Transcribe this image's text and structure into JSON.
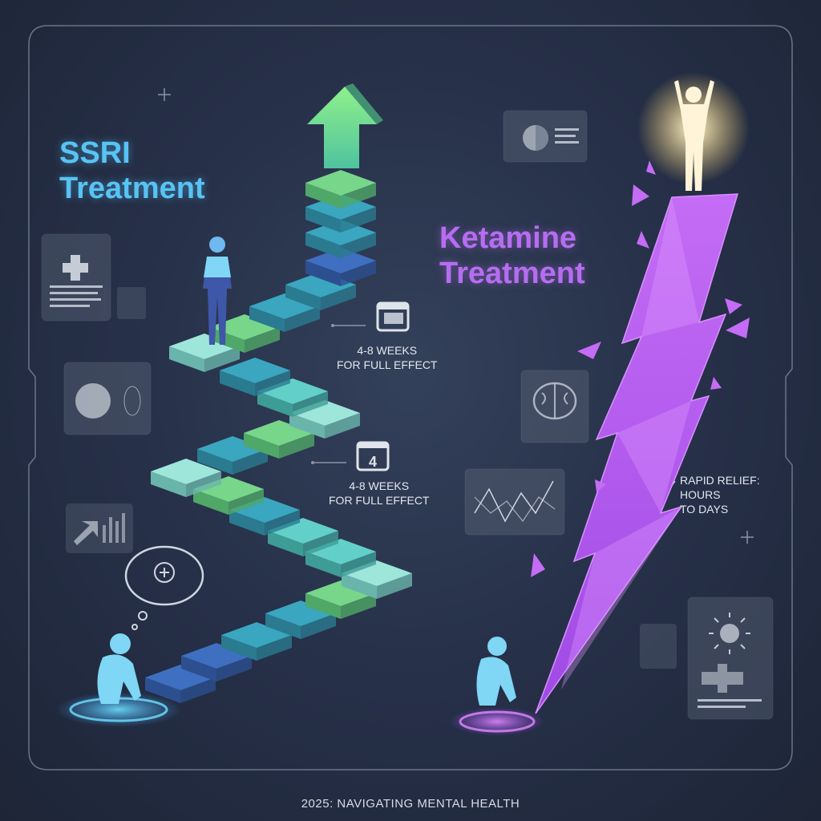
{
  "ssri": {
    "title_line1": "SSRI",
    "title_line2": "Treatment",
    "milestones": [
      {
        "icon": "calendar-icon",
        "line1": "4-8 WEEKS",
        "line2": "FOR FULL EFFECT"
      },
      {
        "icon": "calendar-4-icon",
        "calendar_number": "4",
        "line1": "4-8 WEEKS",
        "line2": "FOR FULL EFFECT"
      }
    ]
  },
  "ketamine": {
    "title_line1": "Ketamine",
    "title_line2": "Treatment",
    "note_line1": "RAPID RELIEF:",
    "note_line2": "HOURS",
    "note_line3": "TO DAYS"
  },
  "footer": "2025: NAVIGATING MENTAL HEALTH",
  "colors": {
    "ssri_accent": "#58c3f5",
    "ketamine_accent": "#b66df0",
    "background": "#27314a",
    "arrow": "#7de07a"
  }
}
